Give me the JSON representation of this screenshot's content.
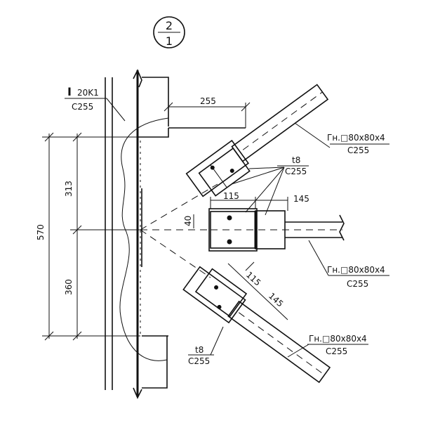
{
  "section_mark": {
    "top": "2",
    "bottom": "1"
  },
  "column": {
    "profile_symbol": "I",
    "profile": "20K1",
    "steel": "C255"
  },
  "dimensions": {
    "total_height": "570",
    "upper_part": "313",
    "lower_part": "360",
    "gusset_width": "255",
    "plate_offset": "40",
    "top_plate_width": "115",
    "top_plate_overlap": "145",
    "bottom_plate_width": "115",
    "bottom_plate_overlap": "145"
  },
  "gusset_note": {
    "thickness": "t8",
    "steel": "C255"
  },
  "gusset_note_lower": {
    "thickness": "t8",
    "steel": "C255"
  },
  "tube_upper": {
    "section": "Гн.□80х80х4",
    "steel": "C255"
  },
  "tube_middle": {
    "section": "Гн.□80х80х4",
    "steel": "C255"
  },
  "tube_lower": {
    "section": "Гн.□80х80х4",
    "steel": "C255"
  }
}
